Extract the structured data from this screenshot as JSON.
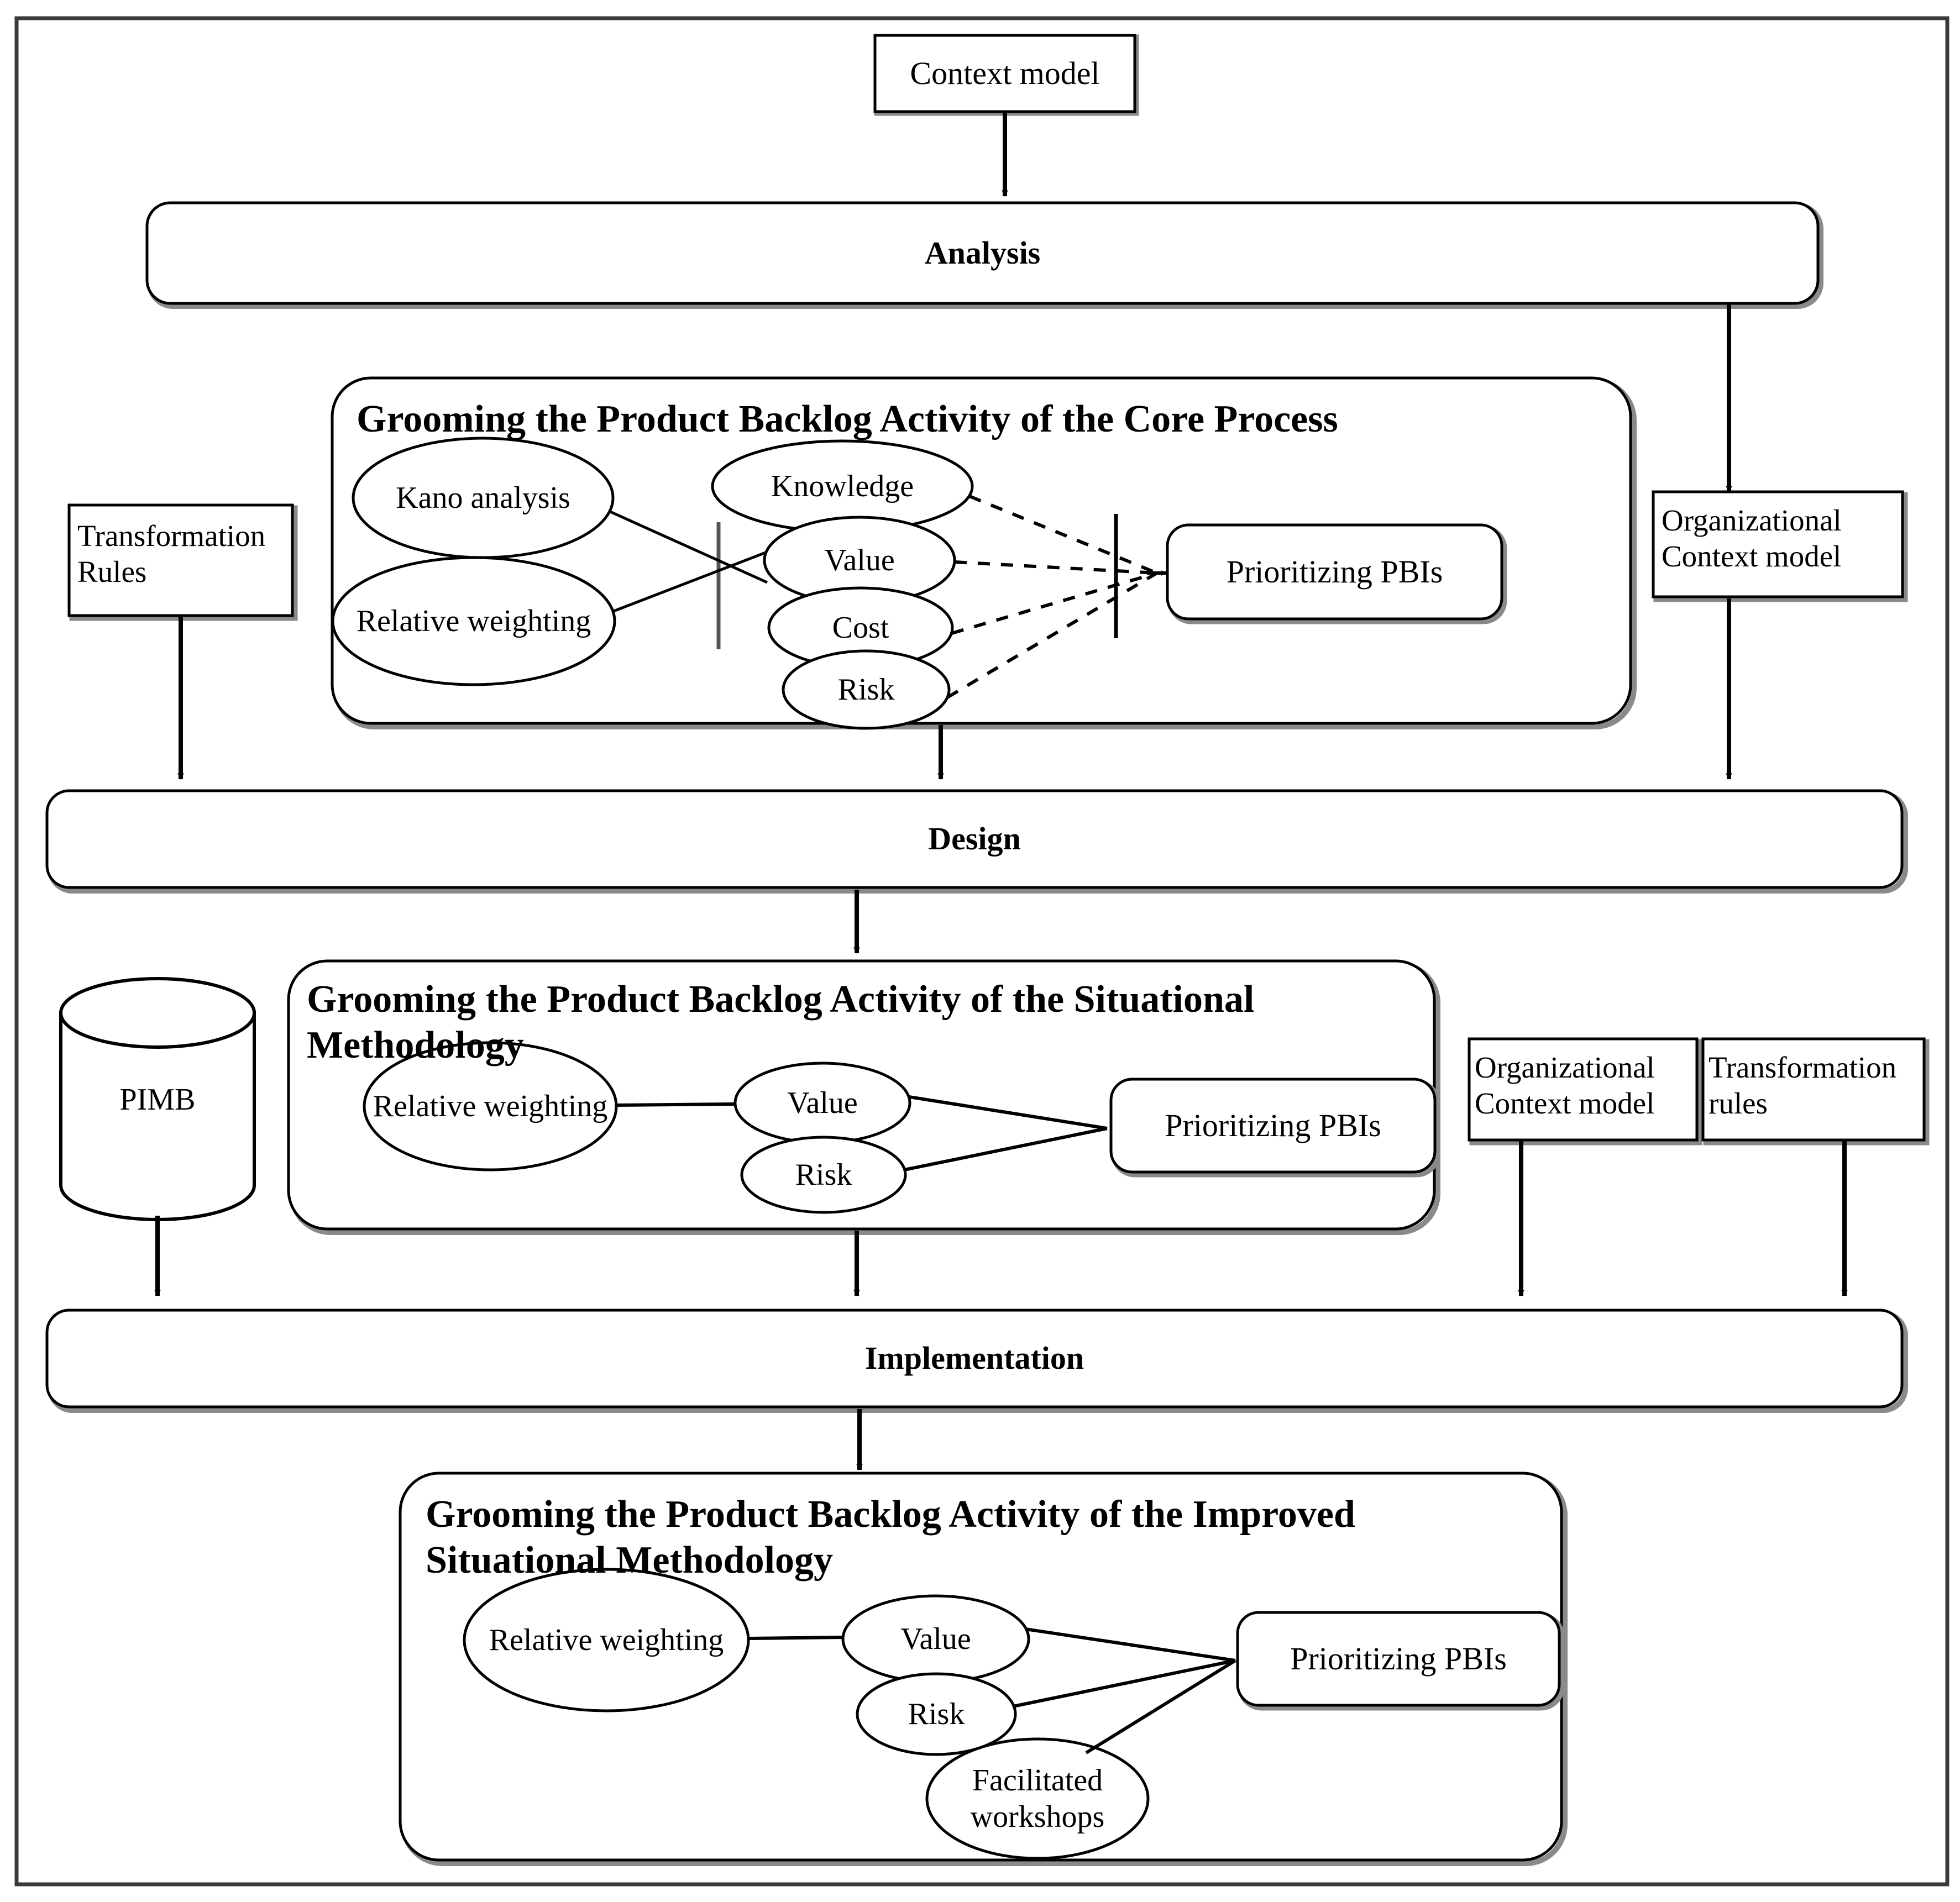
{
  "diagram": {
    "title": "Grooming the Product Backlog Activity across Core Process, Situational Methodology and Improved Situational Methodology",
    "frame_label": "outer-frame"
  },
  "nodes": {
    "context_model": "Context model",
    "analysis_bar": "Analysis",
    "design_bar": "Design",
    "implementation_bar": "Implementation",
    "core_process_title": "Grooming the Product Backlog Activity of the Core Process",
    "situational_title": "Grooming the Product Backlog Activity of the Situational Methodology",
    "improved_title": "Grooming the Product Backlog Activity of the Improved Situational Methodology",
    "transformation_rules_left": "Transformation Rules",
    "organizational_context_model_right": "Organizational Context model",
    "organizational_context_model_mid": "Organizational Context model",
    "transformation_rules_mid": "Transformation rules",
    "pimb": "PIMB"
  },
  "core_process": {
    "techniques": [
      "Kano analysis",
      "Relative weighting"
    ],
    "criteria": [
      "Knowledge",
      "Value",
      "Cost",
      "Risk"
    ],
    "output": "Prioritizing PBIs"
  },
  "situational": {
    "techniques": [
      "Relative weighting"
    ],
    "criteria": [
      "Value",
      "Risk"
    ],
    "output": "Prioritizing PBIs"
  },
  "improved": {
    "techniques": [
      "Relative weighting"
    ],
    "criteria": [
      "Value",
      "Risk",
      "Facilitated workshops"
    ],
    "output": "Prioritizing PBIs"
  },
  "colors": {
    "stroke": "#000000",
    "shadow": "#808080",
    "frame": "#3a3a3a",
    "background": "#ffffff"
  }
}
